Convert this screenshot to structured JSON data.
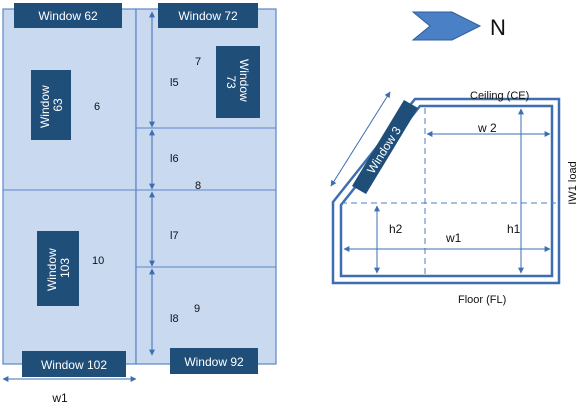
{
  "colors": {
    "panel_fill": "#c9d9ef",
    "panel_edge": "#5b87c7",
    "window_fill": "#1f4e79",
    "window_text": "#ffffff",
    "arrow_fill": "#4a80c6",
    "line": "#4a7fc4",
    "dim_line": "#3d6fb0"
  },
  "plan": {
    "windows": {
      "w62": "Window 62",
      "w72": "Window 72",
      "w63": "Window\n63",
      "w73": "Window\n73",
      "w103": "Window\n103",
      "w102": "Window 102",
      "w92": "Window 92"
    },
    "section_numbers": {
      "n6": "6",
      "n7": "7",
      "n8": "8",
      "n9": "9",
      "n10": "10"
    },
    "lengths": {
      "l5": "l5",
      "l6": "l6",
      "l7": "l7",
      "l8": "l8"
    },
    "w1_label": "w1"
  },
  "compass": {
    "north_label": "N"
  },
  "section": {
    "window3": "Window 3",
    "ceiling": "Ceiling (CE)",
    "floor": "Floor (FL)",
    "iw1": "IW1 load",
    "w2": "w 2",
    "w1": "w1",
    "h1": "h1",
    "h2": "h2"
  }
}
